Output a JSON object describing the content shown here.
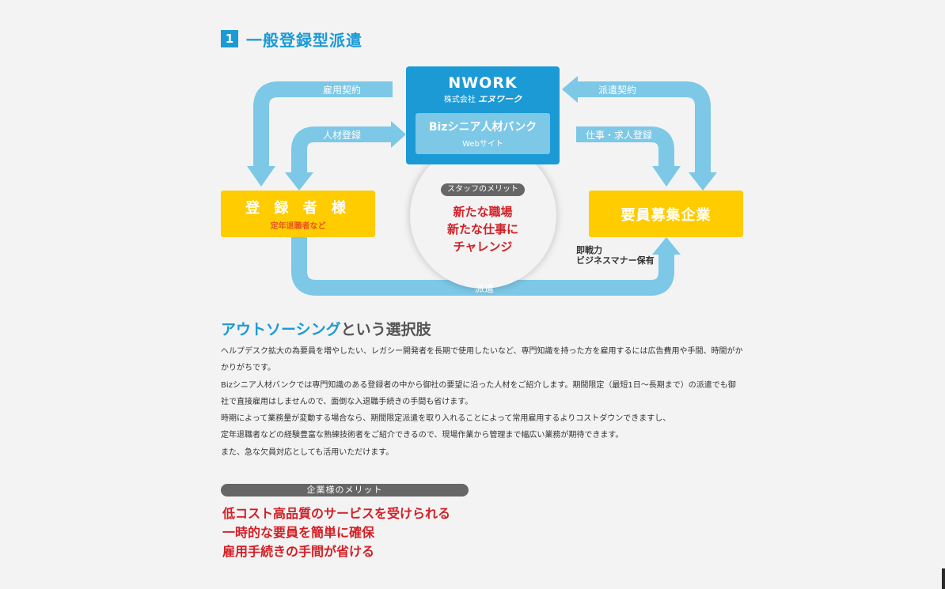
{
  "section": {
    "number": "1",
    "title": "一般登録型派遣"
  },
  "diagram": {
    "nwork": {
      "logo": "NWORK",
      "company_prefix": "株式会社",
      "company_name": "エヌワーク",
      "service_name": "Bizシニア人材バンク",
      "service_sub": "Webサイト"
    },
    "registrant": {
      "title": "登 録 者 様",
      "subtitle": "定年退職者など"
    },
    "company": {
      "title": "要員募集企業"
    },
    "arrows": {
      "employment_contract": "雇用契約",
      "talent_registration": "人材登録",
      "dispatch_contract": "派遣契約",
      "job_registration": "仕事・求人登録",
      "dispatch": "派遣"
    },
    "company_note": [
      "即戦力",
      "ビジネスマナー保有"
    ],
    "staff_merit_label": "スタッフのメリット",
    "staff_merits": [
      "新たな職場",
      "新たな仕事に",
      "チャレンジ"
    ],
    "colors": {
      "blue": "#1b9ad6",
      "arrow": "#7cc8e6",
      "yellow": "#ffcc00",
      "red": "#d21f26"
    }
  },
  "outsourcing": {
    "title_highlight": "アウトソーシング",
    "title_rest": "という選択肢",
    "paragraphs": [
      "ヘルプデスク拡大の為要員を増やしたい、レガシー開発者を長期で使用したいなど、専門知識を持った方を雇用するには広告費用や手間、時間がかかりがちです。",
      "Bizシニア人材バンクでは専門知識のある登録者の中から御社の要望に沿った人材をご紹介します。期間限定（最短1日～長期まで）の派遣でも御社で直接雇用はしませんので、面倒な入退職手続きの手間も省けます。",
      "時期によって業務量が変動する場合なら、期間限定派遣を取り入れることによって常用雇用するよりコストダウンできますし、",
      "定年退職者などの経験豊富な熟練技術者をご紹介できるので、現場作業から管理まで幅広い業務が期待できます。",
      "また、急な欠員対応としても活用いただけます。"
    ]
  },
  "corporate_merits": {
    "label": "企業様のメリット",
    "items": [
      "低コスト高品質のサービスを受けられる",
      "一時的な要員を簡単に確保",
      "雇用手続きの手間が省ける"
    ]
  }
}
